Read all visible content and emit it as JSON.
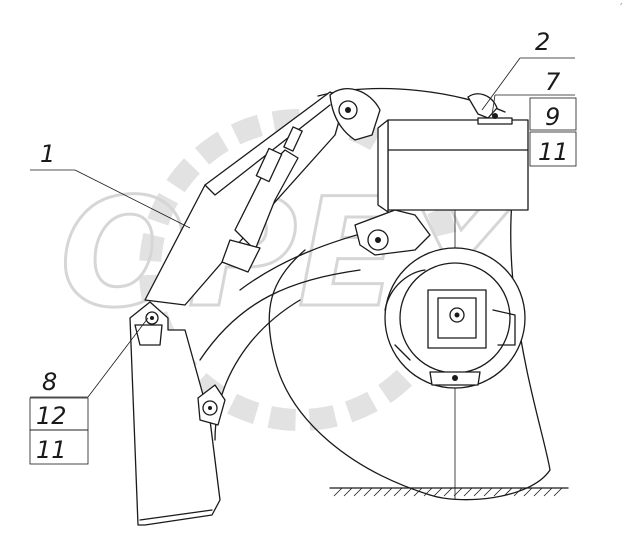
{
  "watermark": {
    "text": "OPEX"
  },
  "callouts": {
    "c1": "1",
    "c2": "2",
    "c7": "7",
    "c8": "8",
    "c9": "9",
    "c11a": "11",
    "c11b": "11",
    "c12": "12"
  },
  "corner_mark": "′"
}
